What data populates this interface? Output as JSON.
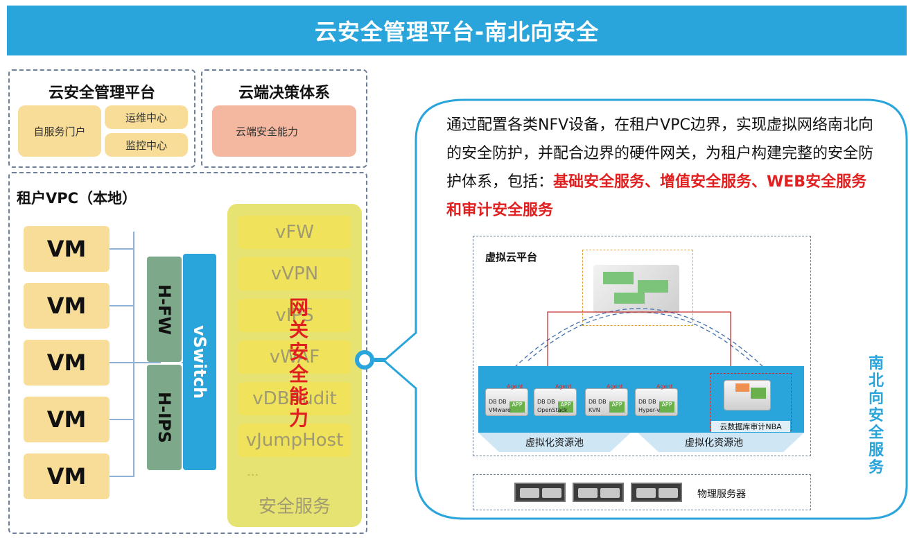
{
  "title": "云安全管理平台-南北向安全",
  "mgmt": {
    "title": "云安全管理平台",
    "self_service": "自服务门户",
    "ops_center": "运维中心",
    "monitor_center": "监控中心"
  },
  "cloud_decision": {
    "title": "云端决策体系",
    "capability": "云端安全能力"
  },
  "tenant": {
    "title": "租户VPC（本地）",
    "vms": [
      "VM",
      "VM",
      "VM",
      "VM",
      "VM"
    ],
    "hfw": "H-FW",
    "hips": "H-IPS",
    "vswitch": "vSwitch"
  },
  "services": {
    "items": [
      "vFW",
      "vVPN",
      "vIPS",
      "vWAF",
      "vDBAudit",
      "vJumpHost"
    ],
    "ellipsis": "...",
    "footer": "安全服务",
    "gateway_label": "网关安全能力"
  },
  "callout": {
    "text_plain": "通过配置各类NFV设备，在租户VPC边界，实现虚拟网络南北向的安全防护，并配合边界的硬件网关，为租户构建完整的安全防护体系，包括：",
    "text_red": "基础安全服务、增值安全服务、WEB安全服务和审计安全服务",
    "virtual_platform": "虚拟云平台",
    "nodes": [
      {
        "db1": "DB",
        "db2": "DB",
        "agent": "Agent",
        "app": "APP",
        "name": "VMware"
      },
      {
        "db1": "DB",
        "db2": "DB",
        "agent": "Agent",
        "app": "APP",
        "name": "OpenStack"
      },
      {
        "db1": "DB",
        "db2": "DB",
        "agent": "Agent",
        "app": "APP",
        "name": "KVN"
      },
      {
        "db1": "DB",
        "db2": "DB",
        "agent": "Agent",
        "app": "APP",
        "name": "Hyper-v"
      }
    ],
    "nba_label": "云数据库审计NBA",
    "pool_left": "虚拟化资源池",
    "pool_right": "虚拟化资源池",
    "physical": "物理服务器"
  },
  "side_label": "南北向安全服务",
  "colors": {
    "banner": "#2aa5dc",
    "red": "#e02020",
    "pool_bar": "#2aa5dc",
    "side_label": "#2aa5dc"
  }
}
